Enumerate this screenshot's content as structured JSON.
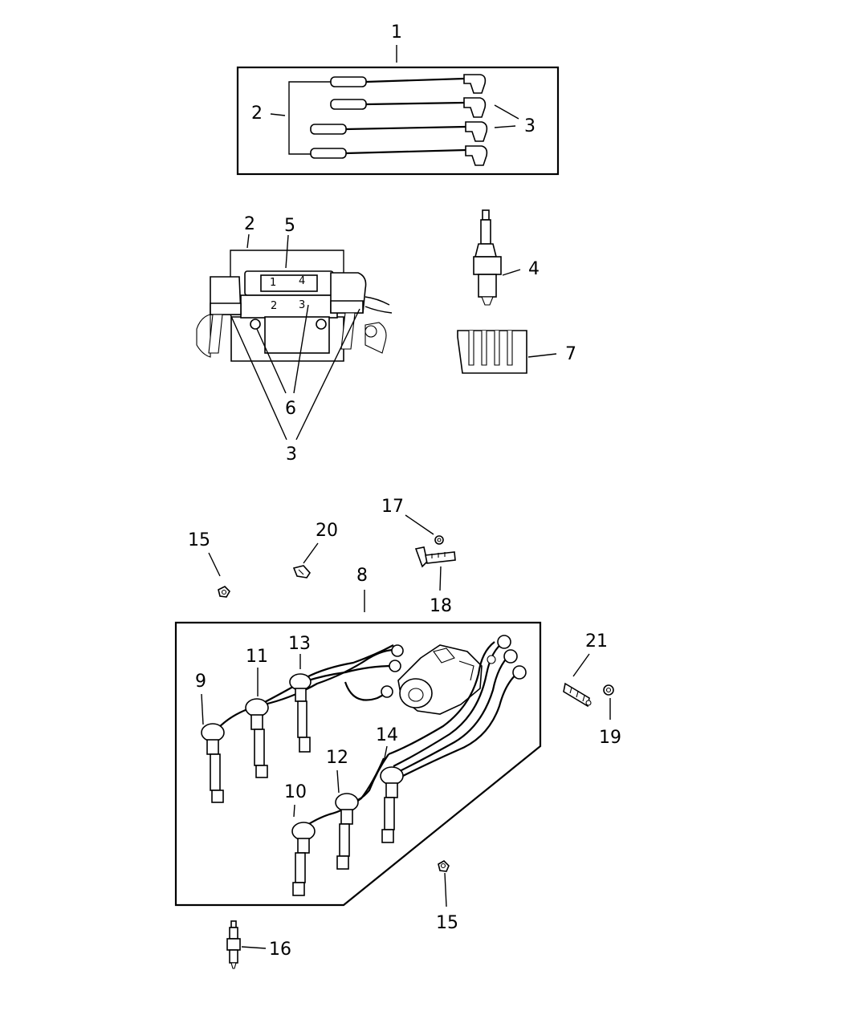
{
  "callouts": {
    "c1": "1",
    "c2a": "2",
    "c3a": "3",
    "c2b": "2",
    "c5": "5",
    "c4": "4",
    "c7": "7",
    "c6": "6",
    "c3b": "3",
    "c17": "17",
    "c15a": "15",
    "c20": "20",
    "c8": "8",
    "c18": "18",
    "c21": "21",
    "c13": "13",
    "c11": "11",
    "c9": "9",
    "c19": "19",
    "c14": "14",
    "c12": "12",
    "c10": "10",
    "c15b": "15",
    "c16": "16"
  },
  "coil_marks": {
    "m1": "1",
    "m4": "4",
    "m2": "2",
    "m3": "3"
  }
}
